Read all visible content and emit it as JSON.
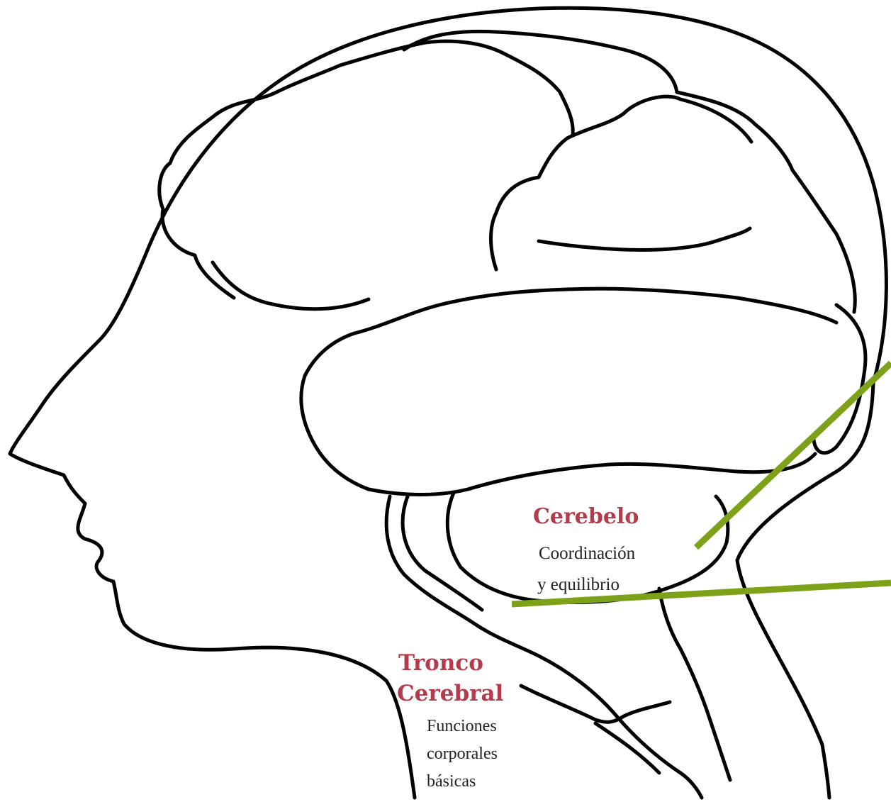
{
  "labels": {
    "cerebelo": {
      "title": "Cerebelo",
      "desc_line1": "Coordinación",
      "desc_line2": "y equilibrio"
    },
    "tronco": {
      "title_line1": "Tronco",
      "title_line2": "Cerebral",
      "desc_line1": "Funciones",
      "desc_line2": "corporales",
      "desc_line3": "básicas"
    }
  },
  "colors": {
    "label_title": "#b33b4a",
    "label_desc": "#222222",
    "pointer": "#7da21a",
    "outline": "#000000"
  }
}
